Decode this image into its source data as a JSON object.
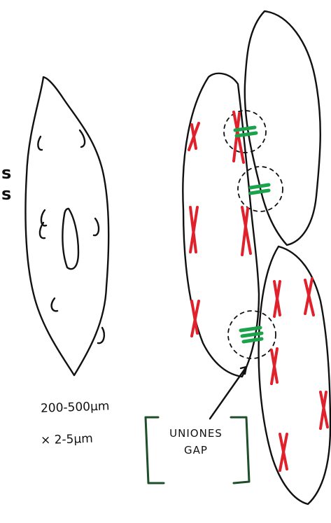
{
  "left_cutoff": {
    "line1": "s",
    "line2": "s"
  },
  "dimensions": {
    "length": "200-500μm",
    "width": "× 2-5μm"
  },
  "gap_label": {
    "line1": "UNIONES",
    "line2": "GAP"
  },
  "colors": {
    "outline": "#111111",
    "fiber": "#e0202a",
    "junction": "#1aa34a",
    "bracket": "#1f4f2a"
  }
}
